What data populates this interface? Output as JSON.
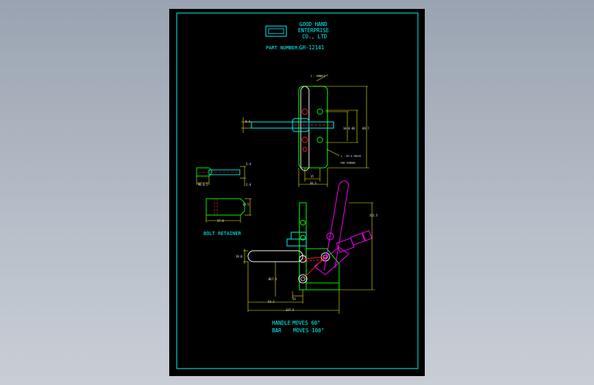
{
  "title_block": {
    "company_line1": "GOOD HAND",
    "company_line2": "ENTERPRISE",
    "company_line3": "CO., LTD",
    "part_number_label": "PART NUMBER:",
    "part_number": "GH-12141"
  },
  "top_view": {
    "callout_handle": "1 - HANDLE",
    "callout_holes": "1 - Ø7.5 HOLES",
    "callout_holes_sub": "FOR SCREWS",
    "dim_34_8": "34.8",
    "dim_48": "48",
    "dim_69_7": "69.7",
    "dim_15": "15",
    "dim_34_3": "34.3",
    "dim_left": "9.4"
  },
  "bolt_retainer": {
    "label": "BOLT RETAINER",
    "dim_m6": "M6-0.5",
    "dim_5_4": "5.4",
    "dim_2_4": "2.4",
    "dim_37_8": "37.8",
    "dim_10_5": "10.5"
  },
  "side_view": {
    "dim_152_5": "152.5",
    "dim_19_8": "19.8",
    "dim_17_5": "Ø17.5",
    "dim_52": "52",
    "dim_53_2": "53.2",
    "dim_127_5": "127.5"
  },
  "notes": {
    "line1_label": "HANDLE",
    "line1_text": "MOVES 60°",
    "line2_label": "BAR",
    "line2_text": "MOVES 100°"
  },
  "colors": {
    "background": "#000000",
    "border": "#00ffff",
    "cyan": "#00ffff",
    "green": "#00ff00",
    "white": "#ffffff",
    "magenta": "#ff00ff",
    "red": "#ff2020",
    "yellow": "#ffff00"
  }
}
